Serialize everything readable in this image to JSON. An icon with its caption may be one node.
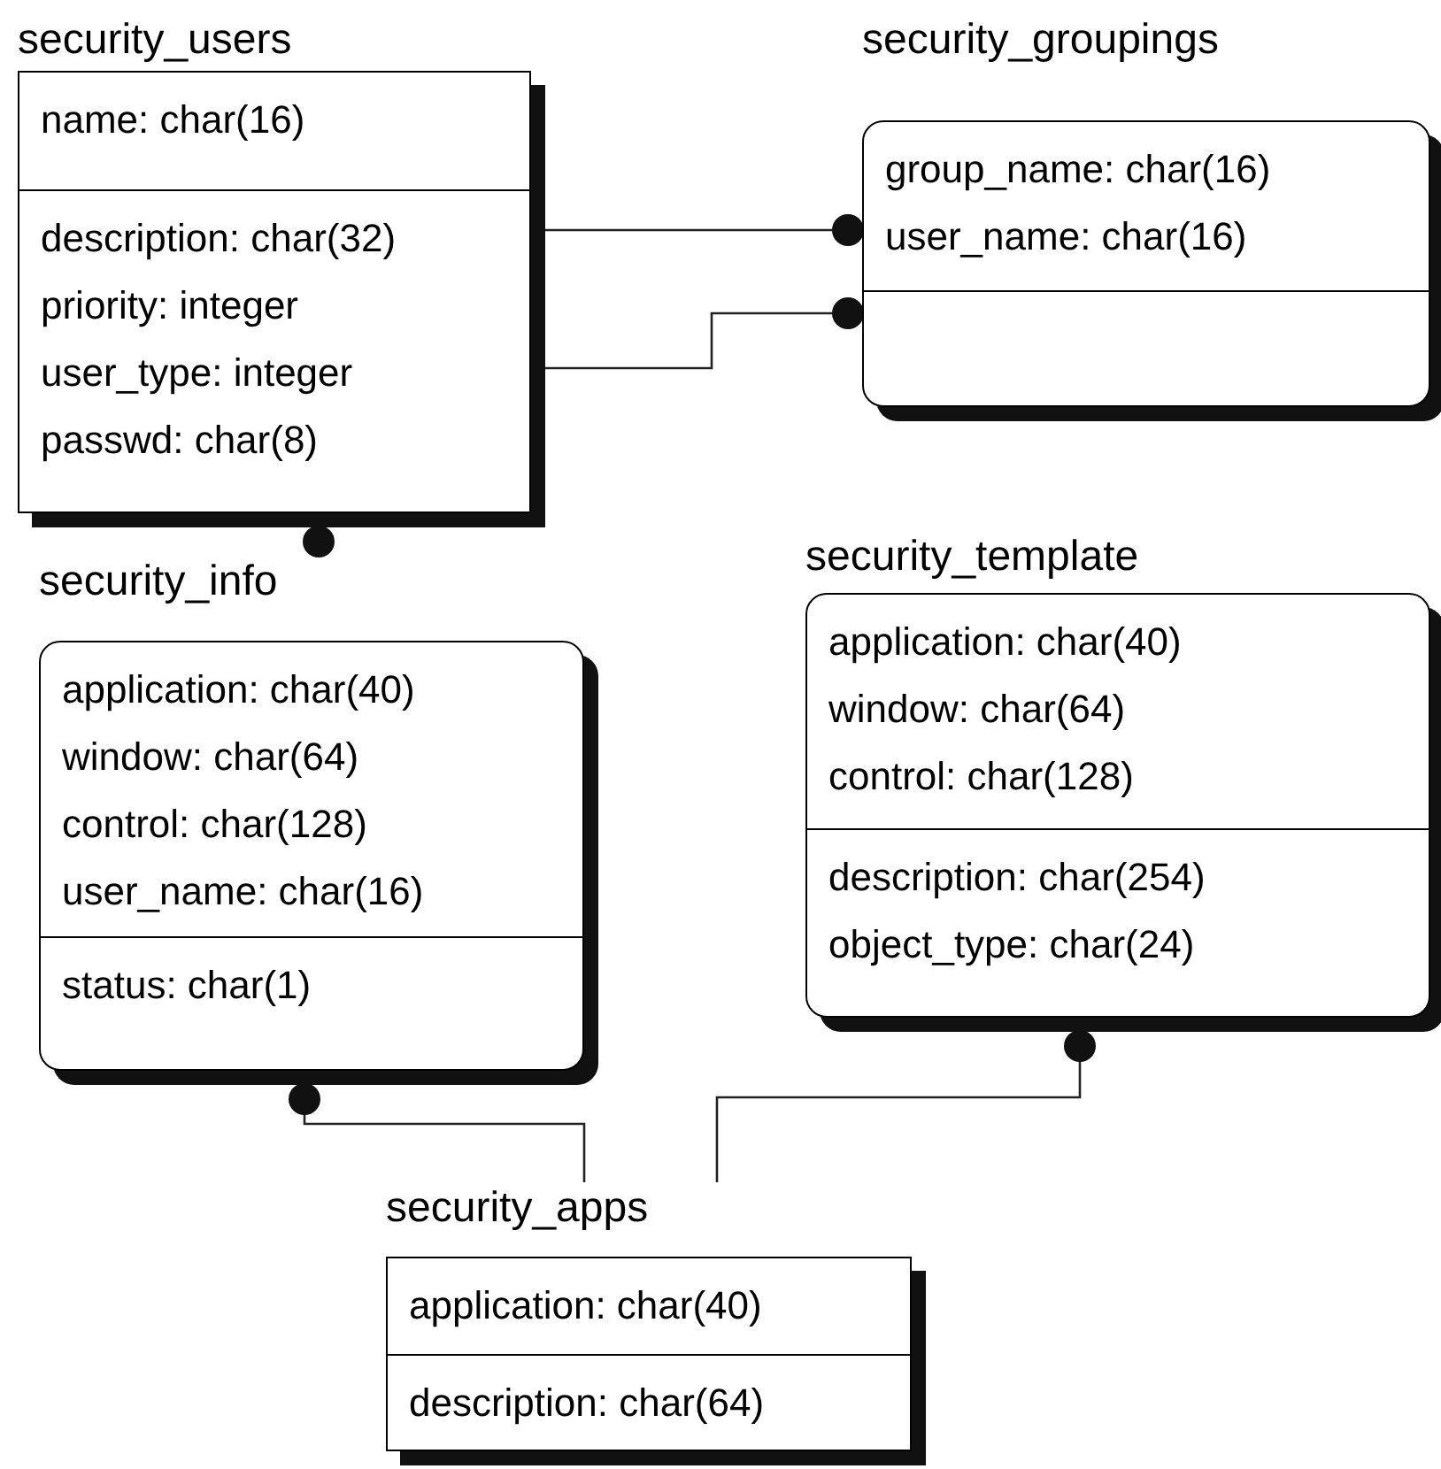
{
  "diagram": {
    "nodes": [
      {
        "text": [
          "security_users"
        ]
      },
      {
        "text": [
          "name: char(16)"
        ],
        "in": 0
      },
      {
        "text": [
          "description: char(32)",
          "priority: integer",
          "user_type: integer",
          "passwd: char(8)"
        ],
        "in": 0
      },
      {
        "text": [
          "security_groupings"
        ]
      },
      {
        "text": [
          "group_name: char(16)",
          "user_name: char(16)"
        ],
        "in": 3
      },
      {
        "text": [],
        "shape": "box",
        "in": 3
      },
      {
        "text": [
          "security_info"
        ]
      },
      {
        "text": [
          "application: char(40)",
          "window: char(64)",
          "control: char(128)",
          "user_name: char(16)"
        ],
        "in": 6
      },
      {
        "text": [
          "status: char(1)"
        ],
        "in": 6
      },
      {
        "text": [
          "security_template"
        ]
      },
      {
        "text": [
          "application: char(40)",
          "window: char(64)",
          "control: char(128)"
        ],
        "in": 9
      },
      {
        "text": [
          "description: char(254)",
          "object_type: char(24)"
        ],
        "in": 9
      },
      {
        "text": [
          "security_apps"
        ]
      },
      {
        "text": [
          "application: char(40)"
        ],
        "in": 12
      },
      {
        "text": [
          "description: char(64)"
        ],
        "in": 12
      }
    ],
    "edges": [
      {
        "from": 0,
        "to": 3,
        "arrow": "other"
      },
      {
        "from": 0,
        "to": 3,
        "arrow": "other"
      },
      {
        "from": 0,
        "to": 6,
        "arrow": "other"
      },
      {
        "from": 12,
        "to": 6,
        "arrow": "other"
      },
      {
        "from": 12,
        "to": 9,
        "arrow": "other"
      }
    ]
  }
}
